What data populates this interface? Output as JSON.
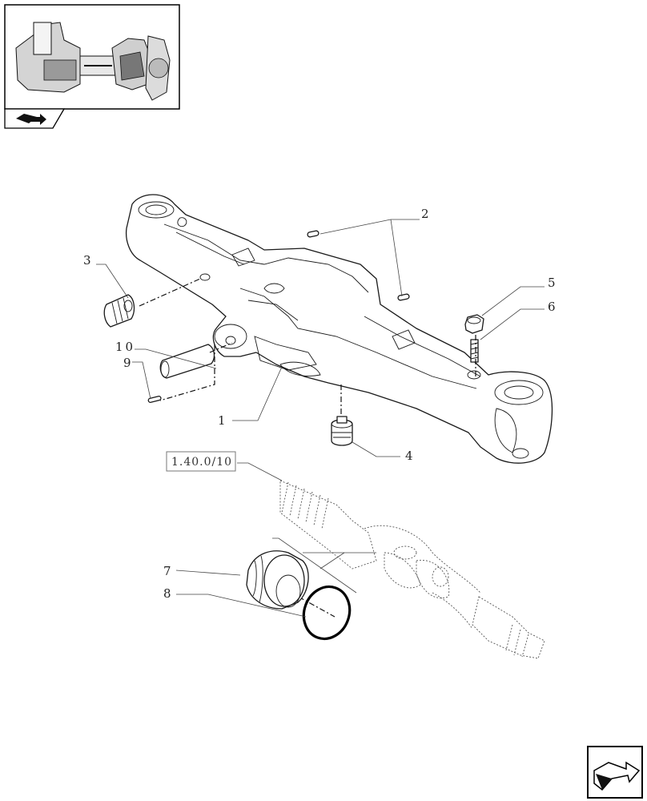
{
  "thumbnail": {
    "icon": "assembly-overview-thumbnail"
  },
  "nav_tab_icon": "book-arrow-icon",
  "callouts": [
    {
      "id": "c1",
      "text": "1"
    },
    {
      "id": "c2",
      "text": "2"
    },
    {
      "id": "c3",
      "text": "3"
    },
    {
      "id": "c4",
      "text": "4"
    },
    {
      "id": "c5",
      "text": "5"
    },
    {
      "id": "c6",
      "text": "6"
    },
    {
      "id": "c7",
      "text": "7"
    },
    {
      "id": "c8",
      "text": "8"
    },
    {
      "id": "c9",
      "text": "9"
    },
    {
      "id": "c10",
      "text": "10"
    }
  ],
  "cross_reference": {
    "text": "1.40.0/10"
  },
  "next_page_icon": "next-page-arrow-icon"
}
